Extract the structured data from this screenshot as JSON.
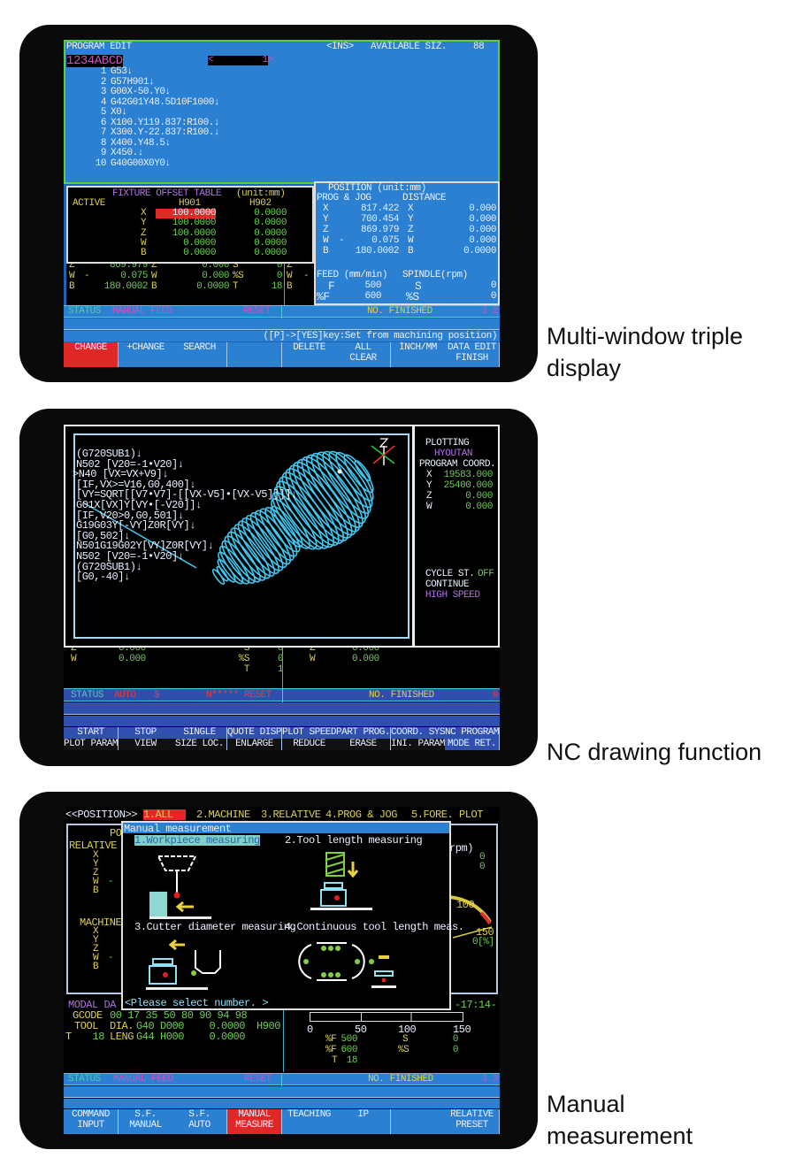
{
  "captions": [
    "Multi-window triple\ndisplay",
    "NC drawing function",
    "Manual\nmeasurement"
  ],
  "screen1": {
    "header": {
      "title": "PROGRAM EDIT",
      "mode": "<INS>",
      "available_label": "AVAILABLE SIZ.",
      "available_value": "88"
    },
    "program_name": "1234ABCD",
    "block_field": "<         1>",
    "lines": [
      {
        "n": "1",
        "code": "G53↓"
      },
      {
        "n": "2",
        "code": "G57H901↓"
      },
      {
        "n": "3",
        "code": "G00X-50.Y0↓"
      },
      {
        "n": "4",
        "code": "G42G01Y48.5D10F1000↓"
      },
      {
        "n": "5",
        "code": "X0↓"
      },
      {
        "n": "6",
        "code": "X100.Y119.837:R100.↓"
      },
      {
        "n": "7",
        "code": "X300.Y-22.837:R100.↓"
      },
      {
        "n": "8",
        "code": "X400.Y48.5↓"
      },
      {
        "n": "9",
        "code": "X450.↓"
      },
      {
        "n": "10",
        "code": "G40G00X0Y0↓"
      }
    ],
    "fixture": {
      "title": "FIXTURE OFFSET TABLE",
      "unit": "(unit:mm)",
      "active_label": "ACTIVE",
      "columns": [
        "H901",
        "H902"
      ],
      "rows": [
        {
          "axis": "X",
          "h901": "100.0000",
          "h902": "0.0000"
        },
        {
          "axis": "Y",
          "h901": "100.0000",
          "h902": "0.0000"
        },
        {
          "axis": "Z",
          "h901": "100.0000",
          "h902": "0.0000"
        },
        {
          "axis": "W",
          "h901": "0.0000",
          "h902": "0.0000"
        },
        {
          "axis": "B",
          "h901": "0.0000",
          "h902": "0.0000"
        }
      ]
    },
    "position": {
      "title": "POSITION (unit:mm)",
      "prog_jog": "PROG & JOG",
      "distance": "DISTANCE",
      "rows": [
        {
          "axis": "X",
          "sign": "",
          "value": "817.422",
          "daxis": "X",
          "dvalue": "0.000"
        },
        {
          "axis": "Y",
          "sign": "",
          "value": "700.454",
          "daxis": "Y",
          "dvalue": "0.000"
        },
        {
          "axis": "Z",
          "sign": "",
          "value": "869.979",
          "daxis": "Z",
          "dvalue": "0.000"
        },
        {
          "axis": "W",
          "sign": "-",
          "value": "0.075",
          "daxis": "W",
          "dvalue": "0.000"
        },
        {
          "axis": "B",
          "sign": "",
          "value": "180.0002",
          "daxis": "B",
          "dvalue": "0.0000"
        }
      ],
      "feed_label": "FEED (mm/min)",
      "spindle_label": "SPINDLE(rpm)",
      "f_label": "F",
      "f": "500",
      "s_label": "S",
      "s": "0",
      "pf_label": "%F",
      "pf": "600",
      "ps_label": "%S",
      "ps": "0"
    },
    "partial_rows": [
      {
        "a1": "Z",
        "sign": "",
        "v1": "869.979",
        "a2": "Z",
        "v2": "0.000",
        "l3": "S",
        "v3": "0",
        "a4": "Z",
        "sign4": ""
      },
      {
        "a1": "W",
        "sign": "-",
        "v1": "0.075",
        "a2": "W",
        "v2": "0.000",
        "l3": "%S",
        "v3": "0",
        "a4": "W",
        "sign4": "-"
      },
      {
        "a1": "B",
        "sign": "",
        "v1": "180.0002",
        "a2": "B",
        "v2": "0.0000",
        "l3": "T",
        "v3": "18",
        "a4": "B",
        "sign4": ""
      }
    ],
    "status": {
      "label": "STATUS",
      "mode": "MANUAL FEED",
      "state": "RESET",
      "finished_label": "NO. FINISHED",
      "finished": "3 3"
    },
    "message": "([P]->[YES]key:Set from machining position)",
    "softkeys": [
      "CHANGE",
      "+CHANGE",
      "SEARCH",
      "",
      "DELETE",
      "ALL\nCLEAR",
      "INCH/MM",
      "DATA EDIT\nFINISH"
    ],
    "active_softkey": 0
  },
  "screen2": {
    "code_lines": [
      "(G720SUB1)↓",
      "N502 [V20=-1•V20]↓",
      ">N40 [VX=VX+V9]↓",
      "[IF,VX>=V16,G0,400]↓",
      "[VY=SQRT[[V7•V7]-[[VX-V5]•[VX-V5]]]]↓",
      "G01X[VX]Y[VY•[-V20]]↓",
      "[IF,V20>0,G0,501]↓",
      "G19G03Y[-VY]Z0R[VY]↓",
      "[G0,502]↓",
      "N501G19G02Y[VY]Z0R[VY]↓",
      "N502 [V20=-1•V20]↓",
      "(G720SUB1)↓",
      "[G0,-40]↓"
    ],
    "plotting_label": "PLOTTING",
    "program_name": "HYOUTAN",
    "coord_label": "PROGRAM COORD.",
    "coords": [
      {
        "axis": "X",
        "value": "19583.000"
      },
      {
        "axis": "Y",
        "value": "25400.000"
      },
      {
        "axis": "Z",
        "value": "0.000"
      },
      {
        "axis": "W",
        "value": "0.000"
      }
    ],
    "cycle_label": "CYCLE ST.",
    "cycle_value": "OFF",
    "continue_label": "CONTINUE",
    "speed_label": "HIGH SPEED",
    "partial_rows": [
      {
        "a1": "Z",
        "v1": "0.000",
        "l3": "S",
        "v3": "0",
        "a4": "Z",
        "v4": "0.000"
      },
      {
        "a1": "W",
        "v1": "0.000",
        "l3": "%S",
        "v3": "0",
        "a4": "W",
        "v4": "0.000"
      },
      {
        "a1": "",
        "v1": "",
        "l3": "T",
        "v3": "1",
        "a4": "",
        "v4": ""
      }
    ],
    "status": {
      "label": "STATUS",
      "mode": "AUTO",
      "symbol": "$",
      "state": "N***** RESET",
      "finished_label": "NO. FINISHED",
      "finished": "0"
    },
    "softkeys_top": [
      "START",
      "STOP",
      "SINGLE",
      "QUOTE DISP",
      "PLOT SPEED",
      "PART PROG.",
      "COORD. SYS",
      "NC PROGRAM"
    ],
    "softkeys_bottom": [
      "PLOT PARAM",
      "VIEW",
      "SIZE LOC.",
      "ENLARGE",
      "REDUCE",
      "ERASE",
      "INI. PARAM",
      "MODE RET."
    ]
  },
  "screen3": {
    "tabs": [
      "<<POSITION>>",
      "1.ALL",
      "2.MACHINE",
      "3.RELATIVE",
      "4.PROG & JOG",
      "5.FORE. PLOT"
    ],
    "active_tab": 1,
    "bg_left": {
      "po": "PO",
      "relative": "RELATIVE",
      "machine": "MACHINE",
      "axes": [
        "X",
        "Y",
        "Z",
        "W",
        "B"
      ],
      "w_sign": "-"
    },
    "bg_right": {
      "rpm": "rpm)",
      "values": [
        "0",
        "0"
      ],
      "gauge_100": "100",
      "gauge_150": "150",
      "gauge_pct": "0[%]"
    },
    "dialog": {
      "title": "Manual measurement",
      "items": [
        "1.Workpiece measuring",
        "2.Tool length measuring",
        "3.Cutter diameter measuring",
        "4.Continuous tool length meas."
      ],
      "selected": 0,
      "prompt": "<Please select number. >"
    },
    "modal": {
      "label": "MODAL DA",
      "clock": "-17:14-",
      "gcode_label": "GCODE",
      "gcodes": "00 17 35 50 80 90 94 98",
      "tool_label": "TOOL",
      "dia_label": "DIA.",
      "dia_code": "G40 D000",
      "dia_value": "0.0000",
      "h_code": "H900",
      "t_label": "T",
      "t_value": "18",
      "leng_label": "LENG",
      "leng_code": "G44 H000",
      "leng_value": "0.0000"
    },
    "scale": {
      "ticks": [
        "0",
        "50",
        "100",
        "150"
      ]
    },
    "feed": {
      "f_label": "%F",
      "f": "500",
      "s_label": "S",
      "s": "0",
      "pf_label": "%F",
      "pf": "600",
      "ps_label": "%S",
      "ps": "0",
      "t_label": "T",
      "t": "18"
    },
    "status": {
      "label": "STATUS",
      "mode": "MANUAL FEED",
      "state": "RESET",
      "finished_label": "NO. FINISHED",
      "finished": "3 3"
    },
    "softkeys": [
      "COMMAND\nINPUT",
      "S.F.\nMANUAL",
      "S.F.\nAUTO",
      "MANUAL\nMEASURE",
      "TEACHING",
      "IP",
      "",
      "RELATIVE\nPRESET"
    ],
    "active_softkey": 3
  }
}
